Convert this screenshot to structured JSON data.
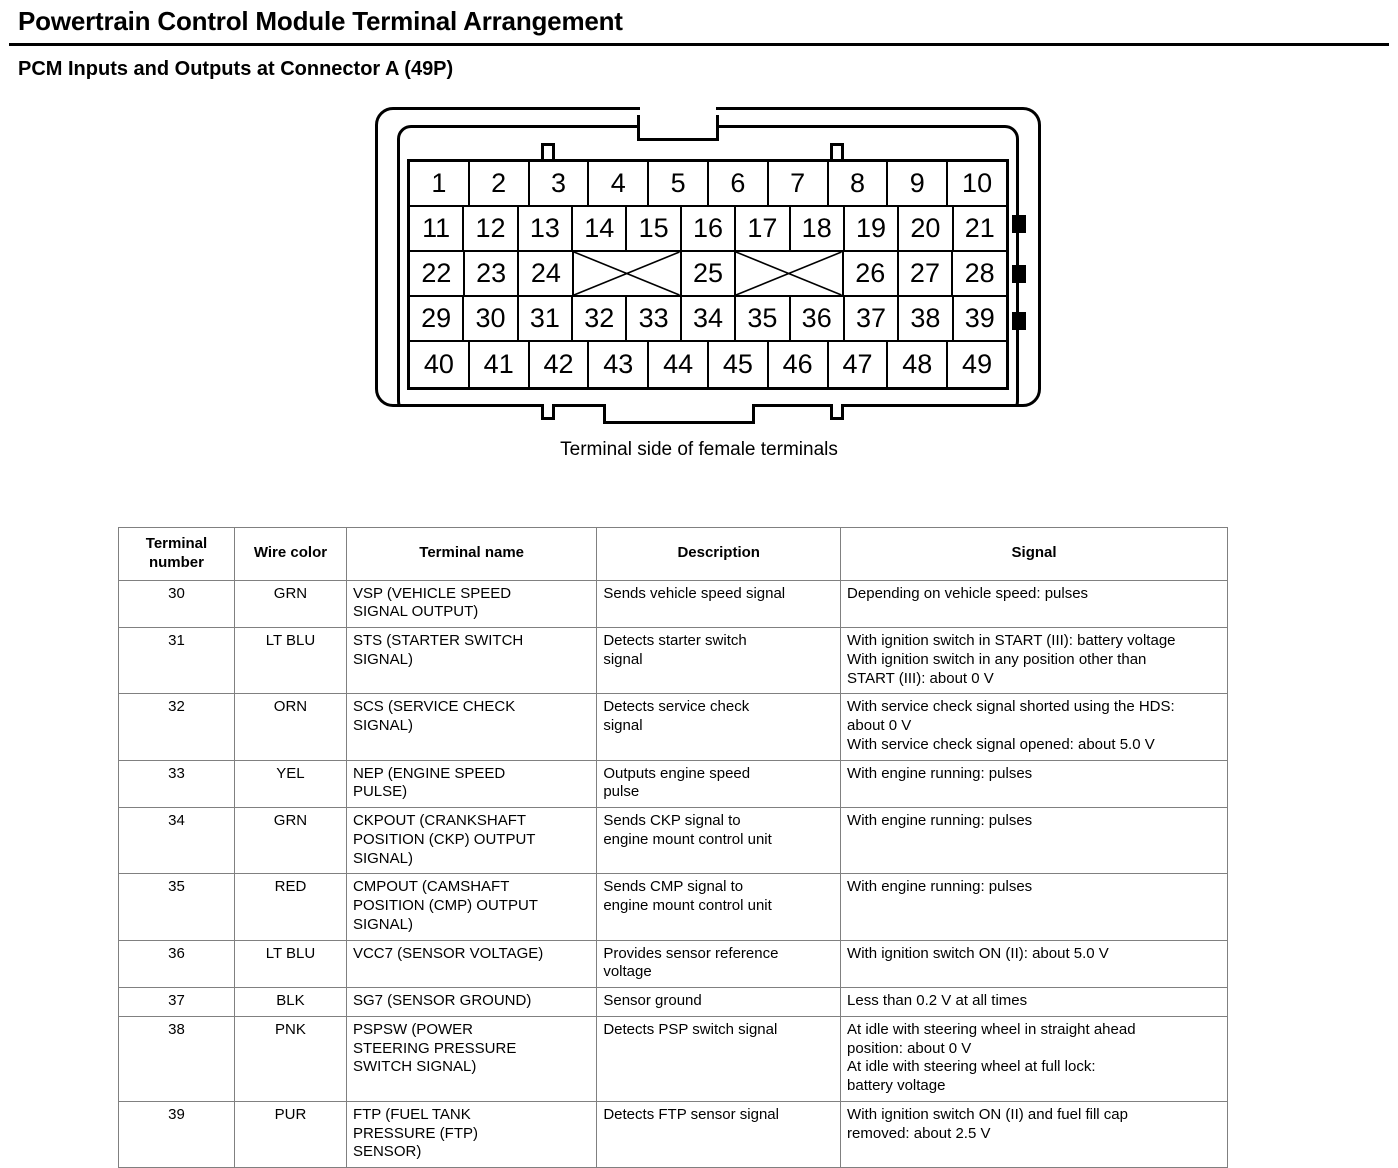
{
  "document": {
    "title": "Powertrain Control Module Terminal Arrangement",
    "subtitle": "PCM Inputs and Outputs at Connector A (49P)",
    "caption": "Terminal side of female terminals"
  },
  "connector": {
    "rows": [
      {
        "cells": [
          {
            "label": "1"
          },
          {
            "label": "2"
          },
          {
            "label": "3"
          },
          {
            "label": "4"
          },
          {
            "label": "5"
          },
          {
            "label": "6"
          },
          {
            "label": "7"
          },
          {
            "label": "8"
          },
          {
            "label": "9"
          },
          {
            "label": "10"
          }
        ]
      },
      {
        "cells": [
          {
            "label": "11"
          },
          {
            "label": "12"
          },
          {
            "label": "13"
          },
          {
            "label": "14"
          },
          {
            "label": "15"
          },
          {
            "label": "16"
          },
          {
            "label": "17"
          },
          {
            "label": "18"
          },
          {
            "label": "19"
          },
          {
            "label": "20"
          },
          {
            "label": "21"
          }
        ]
      },
      {
        "cells": [
          {
            "label": "22"
          },
          {
            "label": "23"
          },
          {
            "label": "24"
          },
          {
            "label": "",
            "blank": true,
            "span": 2
          },
          {
            "label": "25"
          },
          {
            "label": "",
            "blank": true,
            "span": 2
          },
          {
            "label": "26"
          },
          {
            "label": "27"
          },
          {
            "label": "28"
          }
        ]
      },
      {
        "cells": [
          {
            "label": "29"
          },
          {
            "label": "30"
          },
          {
            "label": "31"
          },
          {
            "label": "32"
          },
          {
            "label": "33"
          },
          {
            "label": "34"
          },
          {
            "label": "35"
          },
          {
            "label": "36"
          },
          {
            "label": "37"
          },
          {
            "label": "38"
          },
          {
            "label": "39"
          }
        ]
      },
      {
        "cells": [
          {
            "label": "40"
          },
          {
            "label": "41"
          },
          {
            "label": "42"
          },
          {
            "label": "43"
          },
          {
            "label": "44"
          },
          {
            "label": "45"
          },
          {
            "label": "46"
          },
          {
            "label": "47"
          },
          {
            "label": "48"
          },
          {
            "label": "49"
          }
        ]
      }
    ]
  },
  "table": {
    "headers": {
      "terminal_number": "Terminal number",
      "wire_color": "Wire color",
      "terminal_name": "Terminal name",
      "description": "Description",
      "signal": "Signal"
    },
    "rows": [
      {
        "number": "30",
        "color": "GRN",
        "name": [
          "VSP (VEHICLE SPEED",
          "SIGNAL OUTPUT)"
        ],
        "description": [
          "Sends vehicle speed signal"
        ],
        "signal": [
          "Depending on vehicle speed: pulses"
        ]
      },
      {
        "number": "31",
        "color": "LT BLU",
        "name": [
          "STS (STARTER SWITCH",
          "SIGNAL)"
        ],
        "description": [
          "Detects starter switch",
          "signal"
        ],
        "signal": [
          "With ignition switch in START (III): battery voltage",
          "With ignition switch in any position other than",
          "START (III): about 0 V"
        ]
      },
      {
        "number": "32",
        "color": "ORN",
        "name": [
          "SCS (SERVICE CHECK",
          "SIGNAL)"
        ],
        "description": [
          "Detects service check",
          "signal"
        ],
        "signal": [
          "With service check signal shorted using the HDS:",
          "about 0 V",
          "With service check signal opened: about 5.0 V"
        ]
      },
      {
        "number": "33",
        "color": "YEL",
        "name": [
          "NEP (ENGINE SPEED",
          "PULSE)"
        ],
        "description": [
          "Outputs engine speed",
          "pulse"
        ],
        "signal": [
          "With engine running: pulses"
        ]
      },
      {
        "number": "34",
        "color": "GRN",
        "name": [
          "CKPOUT (CRANKSHAFT",
          "POSITION (CKP) OUTPUT",
          "SIGNAL)"
        ],
        "description": [
          "Sends CKP signal to",
          "engine mount control unit"
        ],
        "signal": [
          "With engine running: pulses"
        ]
      },
      {
        "number": "35",
        "color": "RED",
        "name": [
          "CMPOUT (CAMSHAFT",
          "POSITION (CMP) OUTPUT",
          "SIGNAL)"
        ],
        "description": [
          "Sends CMP signal to",
          "engine mount control unit"
        ],
        "signal": [
          "With engine running: pulses"
        ]
      },
      {
        "number": "36",
        "color": "LT BLU",
        "name": [
          "VCC7 (SENSOR VOLTAGE)"
        ],
        "description": [
          "Provides sensor reference",
          "voltage"
        ],
        "signal": [
          "With ignition switch ON (II): about 5.0 V"
        ]
      },
      {
        "number": "37",
        "color": "BLK",
        "name": [
          "SG7 (SENSOR GROUND)"
        ],
        "description": [
          "Sensor ground"
        ],
        "signal": [
          "Less than 0.2 V at all times"
        ]
      },
      {
        "number": "38",
        "color": "PNK",
        "name": [
          "PSPSW (POWER",
          "STEERING PRESSURE",
          "SWITCH SIGNAL)"
        ],
        "description": [
          "Detects PSP switch signal"
        ],
        "signal": [
          "At idle with steering wheel in straight ahead",
          "position: about 0 V",
          "At idle with steering wheel at full lock:",
          "battery voltage"
        ]
      },
      {
        "number": "39",
        "color": "PUR",
        "name": [
          "FTP (FUEL TANK",
          "PRESSURE (FTP)",
          "SENSOR)"
        ],
        "description": [
          "Detects FTP sensor signal"
        ],
        "signal": [
          "With ignition switch ON (II) and fuel fill cap",
          "removed: about 2.5 V"
        ]
      }
    ]
  }
}
